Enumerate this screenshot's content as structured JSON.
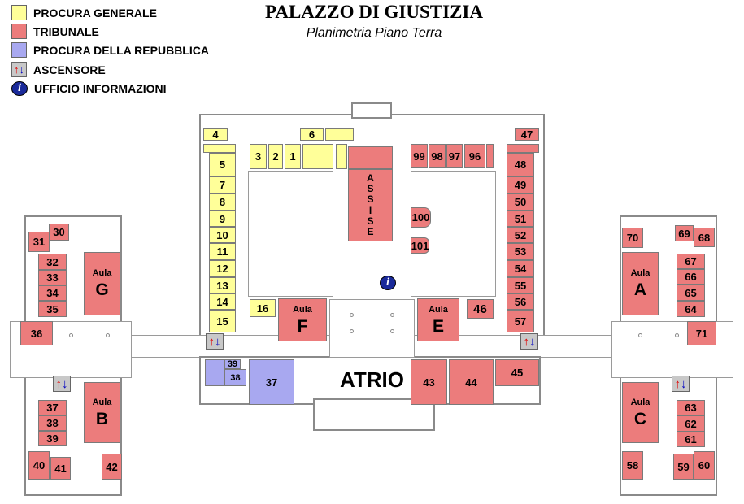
{
  "header": {
    "title": "PALAZZO DI GIUSTIZIA",
    "subtitle": "Planimetria Piano Terra"
  },
  "legend": [
    {
      "label": "PROCURA GENERALE",
      "color": "#ffff99"
    },
    {
      "label": "TRIBUNALE",
      "color": "#ec7c7c"
    },
    {
      "label": "PROCURA DELLA REPUBBLICA",
      "color": "#a8a8f0"
    },
    {
      "label": "ASCENSORE",
      "icon": "elevator-icon"
    },
    {
      "label": "UFFICIO INFORMAZIONI",
      "icon": "info-icon"
    }
  ],
  "icons": {
    "up": "↑",
    "down": "↓",
    "info": "i"
  },
  "aula_word": "Aula",
  "aule": {
    "A": "A",
    "B": "B",
    "C": "C",
    "E": "E",
    "F": "F",
    "G": "G"
  },
  "assise": [
    "A",
    "S",
    "S",
    "I",
    "S",
    "E"
  ],
  "atrio": "ATRIO",
  "rooms": {
    "r1": "1",
    "r2": "2",
    "r3": "3",
    "r4": "4",
    "r5": "5",
    "r6": "6",
    "r7": "7",
    "r8": "8",
    "r9": "9",
    "r10": "10",
    "r11": "11",
    "r12": "12",
    "r13": "13",
    "r14": "14",
    "r15": "15",
    "r16": "16",
    "r30": "30",
    "r31": "31",
    "r32": "32",
    "r33": "33",
    "r34": "34",
    "r35": "35",
    "r36": "36",
    "r37": "37",
    "r38": "38",
    "r39": "39",
    "r37b": "37",
    "r38b": "38",
    "r39b": "39",
    "r40": "40",
    "r41": "41",
    "r42": "42",
    "r43": "43",
    "r44": "44",
    "r45": "45",
    "r46": "46",
    "r47": "47",
    "r48": "48",
    "r49": "49",
    "r50": "50",
    "r51": "51",
    "r52": "52",
    "r53": "53",
    "r54": "54",
    "r55": "55",
    "r56": "56",
    "r57": "57",
    "r58": "58",
    "r59": "59",
    "r60": "60",
    "r61": "61",
    "r62": "62",
    "r63": "63",
    "r64": "64",
    "r65": "65",
    "r66": "66",
    "r67": "67",
    "r68": "68",
    "r69": "69",
    "r70": "70",
    "r71": "71",
    "r96": "96",
    "r97": "97",
    "r98": "98",
    "r99": "99",
    "r100": "100",
    "r101": "101"
  }
}
